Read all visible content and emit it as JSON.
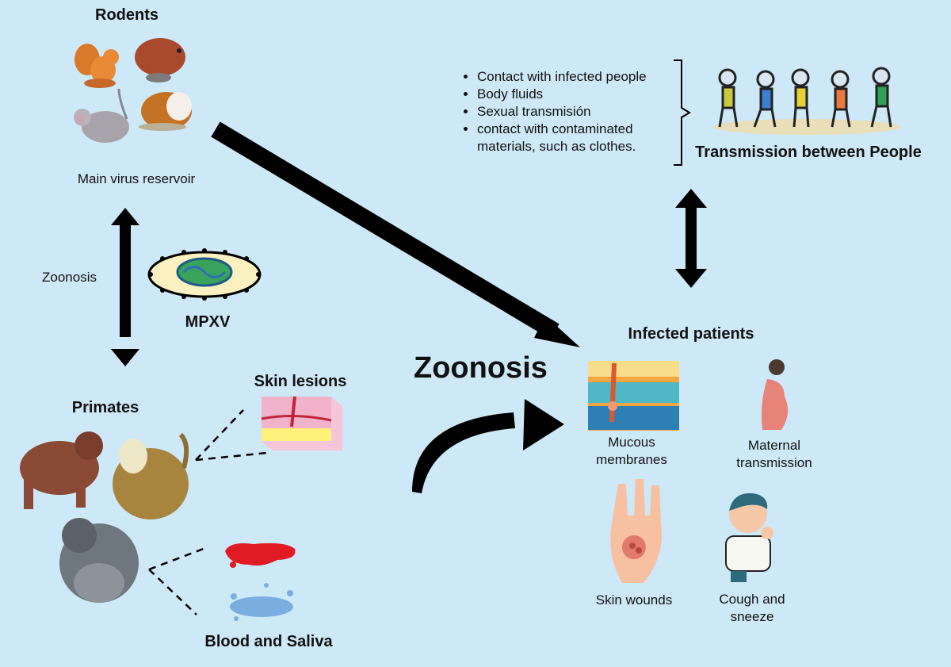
{
  "rodents": {
    "title": "Rodents",
    "caption": "Main virus reservoir"
  },
  "zoonosis_side_label": "Zoonosis",
  "virus": {
    "label": "MPXV"
  },
  "primates": {
    "title": "Primates"
  },
  "skin_lesions": {
    "title": "Skin lesions"
  },
  "blood_saliva": {
    "title": "Blood and Saliva"
  },
  "zoonosis_main": "Zoonosis",
  "people": {
    "title": "Transmission between People",
    "bullets": [
      "Contact with infected people",
      "Body fluids",
      "Sexual transmisión",
      "contact with contaminated materials, such as clothes."
    ]
  },
  "patients": {
    "title": "Infected patients",
    "routes": {
      "mucous_line1": "Mucous",
      "mucous_line2": "membranes",
      "maternal_line1": "Maternal",
      "maternal_line2": "transmission",
      "wounds": "Skin wounds",
      "cough_line1": "Cough and",
      "cough_line2": "sneeze"
    }
  },
  "colors": {
    "background": "#cde9f8",
    "arrow": "#000000",
    "virus_capsule": "#fbf0c0",
    "blood": "#e01b24",
    "saliva": "#7aaee0"
  }
}
